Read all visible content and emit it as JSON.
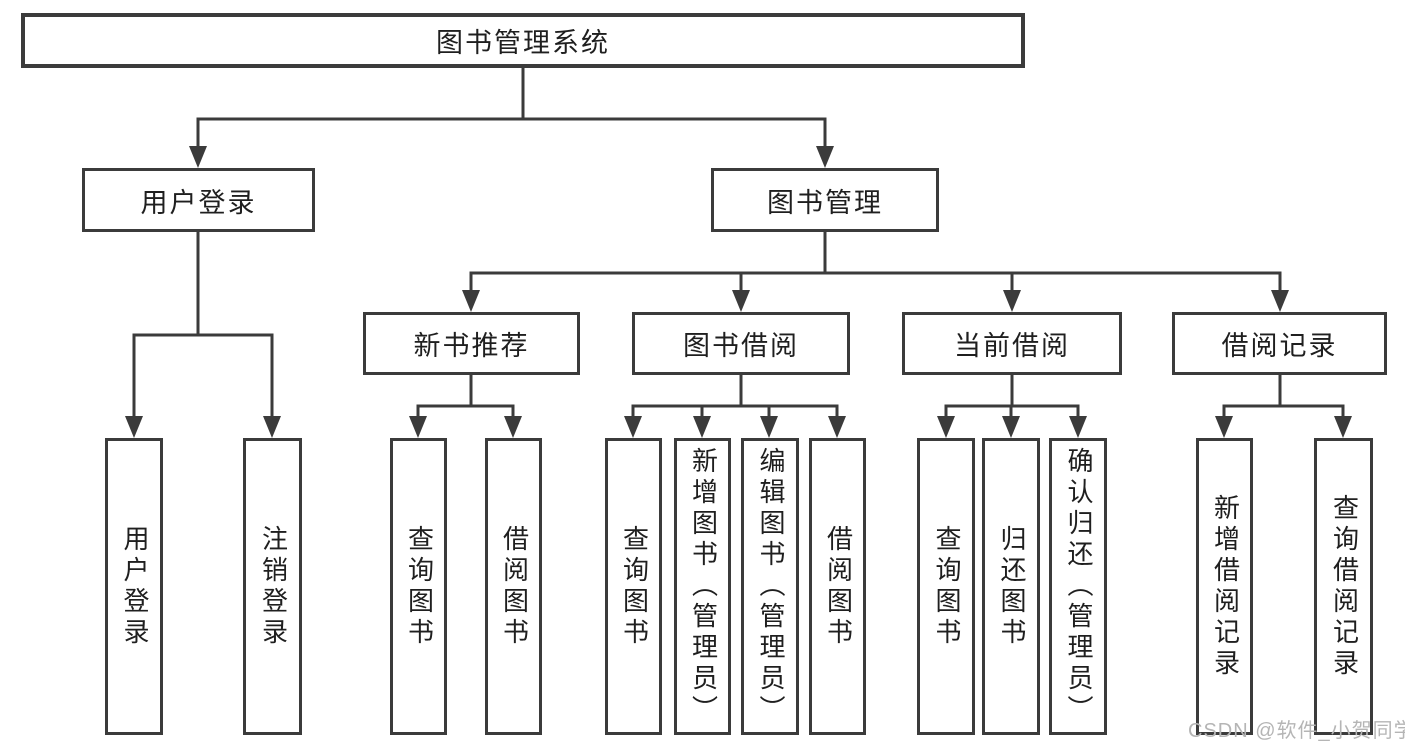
{
  "diagram": {
    "root": {
      "label": "图书管理系统"
    },
    "branches": [
      {
        "label": "用户登录",
        "children": [
          {
            "label": "用户登录"
          },
          {
            "label": "注销登录"
          }
        ]
      },
      {
        "label": "图书管理",
        "children": [
          {
            "label": "新书推荐",
            "children": [
              {
                "label": "查询图书"
              },
              {
                "label": "借阅图书"
              }
            ]
          },
          {
            "label": "图书借阅",
            "children": [
              {
                "label": "查询图书"
              },
              {
                "label": "新增图书（管理员）"
              },
              {
                "label": "编辑图书（管理员）"
              },
              {
                "label": "借阅图书"
              }
            ]
          },
          {
            "label": "当前借阅",
            "children": [
              {
                "label": "查询图书"
              },
              {
                "label": "归还图书"
              },
              {
                "label": "确认归还（管理员）"
              }
            ]
          },
          {
            "label": "借阅记录",
            "children": [
              {
                "label": "新增借阅记录"
              },
              {
                "label": "查询借阅记录"
              }
            ]
          }
        ]
      }
    ]
  },
  "watermark": {
    "text": "CSDN @软件_小贺同学"
  },
  "colors": {
    "line": "#3b3b3b",
    "text": "#1f1f1f",
    "watermark": "#b5b5b5",
    "background": "#ffffff"
  }
}
